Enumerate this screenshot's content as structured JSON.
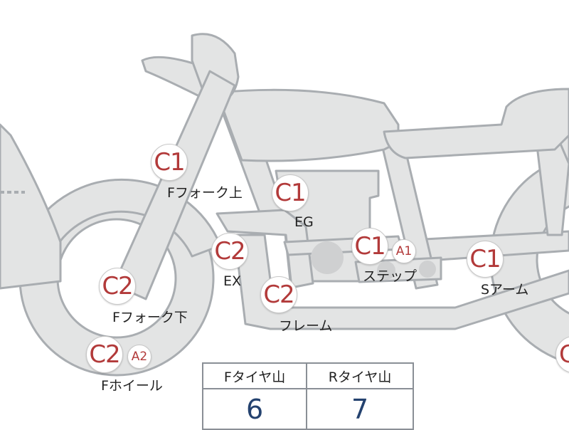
{
  "colors": {
    "bike_fill": "#e3e4e4",
    "bike_stroke": "#a9adb1",
    "badge_text": "#b23a3a",
    "label_text": "#222222",
    "table_value": "#24426f",
    "table_border": "#8a8f96"
  },
  "labels": {
    "f_fork_upper": "Fフォーク上",
    "engine": "EG",
    "exhaust": "EX",
    "f_fork_lower": "Fフォーク下",
    "step": "ステップ",
    "s_arm": "Sアーム",
    "frame": "フレーム",
    "f_wheel": "Fホイール"
  },
  "badges": {
    "f_fork_upper": "C1",
    "engine": "C1",
    "exhaust": "C2",
    "f_fork_lower": "C2",
    "step": "C1",
    "step_sub": "A1",
    "s_arm": "C1",
    "frame": "C2",
    "f_wheel": "C2",
    "f_wheel_sub": "A2",
    "rear_partial": "C"
  },
  "tread_table": {
    "headers": [
      "Fタイヤ山",
      "Rタイヤ山"
    ],
    "values": [
      "6",
      "7"
    ]
  }
}
